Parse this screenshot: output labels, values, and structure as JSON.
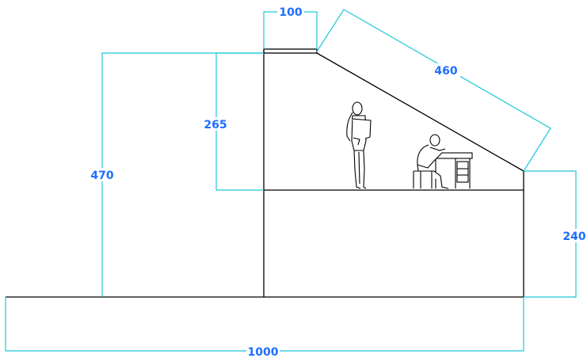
{
  "colors": {
    "outline": "#000000",
    "dimension_line": "#1fc8d8",
    "dimension_text": "#1e6fff"
  },
  "dimensions": {
    "top_width": "100",
    "slope_length": "460",
    "mezzanine_height": "265",
    "total_height": "470",
    "right_wall_height": "240",
    "total_width": "1000"
  },
  "figures": {
    "standing_person": "standing-person-icon",
    "seated_person_at_desk": "seated-person-desk-icon"
  }
}
